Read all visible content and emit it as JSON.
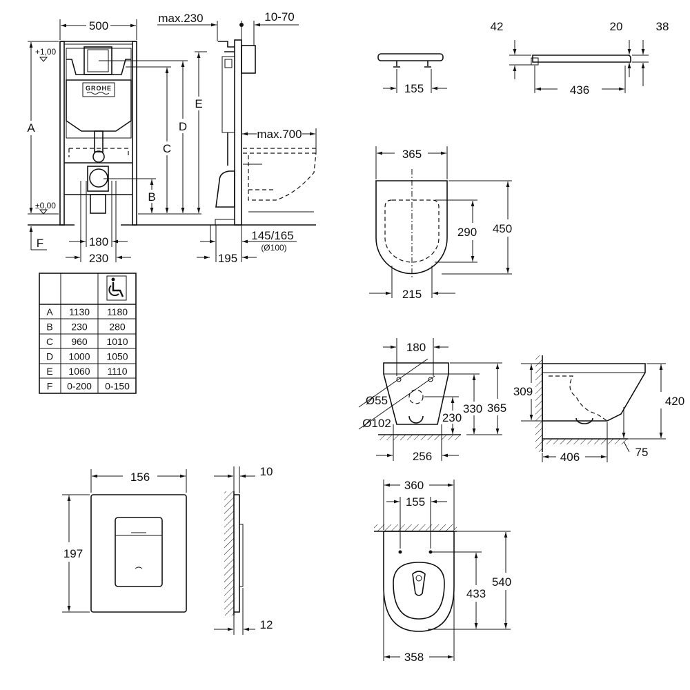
{
  "frame": {
    "width": "500",
    "height_a": "A",
    "b": "B",
    "c": "C",
    "d": "D",
    "e": "E",
    "f": "F",
    "level_top": "+1,00",
    "level_zero": "±0,00",
    "pipe_spacing_inner": "180",
    "pipe_spacing_outer": "230",
    "brand_logo": "GROHE"
  },
  "side": {
    "max_depth": "max.230",
    "wall_offset": "10-70",
    "max_700": "max.700",
    "outlet_distance": "145/165",
    "outlet_diameter": "(Ø100)",
    "depth": "195"
  },
  "table": {
    "accessible_icon": "wheelchair-icon",
    "rows": [
      {
        "label": "A",
        "standard": "1130",
        "accessible": "1180"
      },
      {
        "label": "B",
        "standard": "230",
        "accessible": "280"
      },
      {
        "label": "C",
        "standard": "960",
        "accessible": "1010"
      },
      {
        "label": "D",
        "standard": "1000",
        "accessible": "1050"
      },
      {
        "label": "E",
        "standard": "1060",
        "accessible": "1110"
      },
      {
        "label": "F",
        "standard": "0-200",
        "accessible": "0-150"
      }
    ]
  },
  "flush_plate": {
    "width": "156",
    "height": "197",
    "depth_top": "10",
    "depth_bottom": "12"
  },
  "seat": {
    "hinge_spacing": "155",
    "thickness": "42",
    "lid_gap": "20",
    "total_height": "38",
    "length": "436",
    "top_width": "365",
    "inner_length": "290",
    "total_length": "450",
    "inner_width": "215"
  },
  "bowl_front": {
    "bolt_spacing": "180",
    "dia_small": "Ø55",
    "dia_large": "Ø102",
    "h230": "230",
    "h330": "330",
    "h365": "365",
    "base": "256"
  },
  "bowl_side": {
    "h309": "309",
    "h420": "420",
    "depth": "406",
    "offset": "75"
  },
  "bowl_top": {
    "width": "360",
    "bolt_spacing": "155",
    "inner": "433",
    "length": "540",
    "base_width": "358"
  }
}
